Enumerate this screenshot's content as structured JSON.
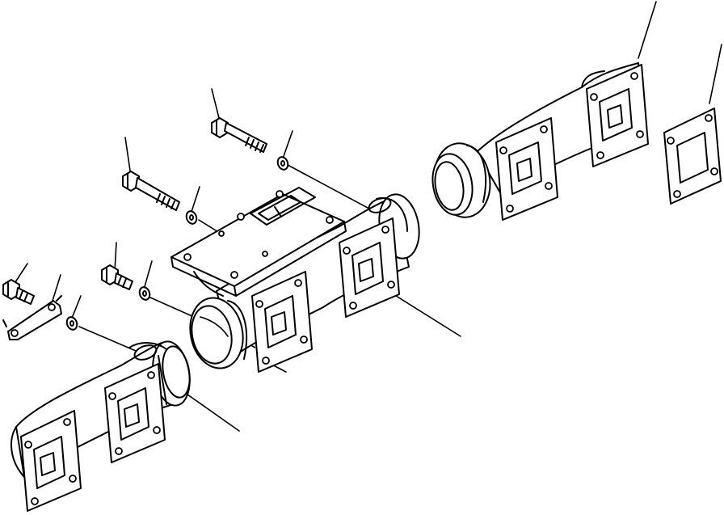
{
  "diagram": {
    "background": "#ffffff",
    "line_color": "#000000",
    "parts": [
      "front-exhaust-manifold",
      "center-exhaust-manifold",
      "rear-exhaust-manifold",
      "manifold-gasket",
      "manifold-bolt",
      "washer",
      "lock-plate",
      "seal-ring"
    ]
  }
}
